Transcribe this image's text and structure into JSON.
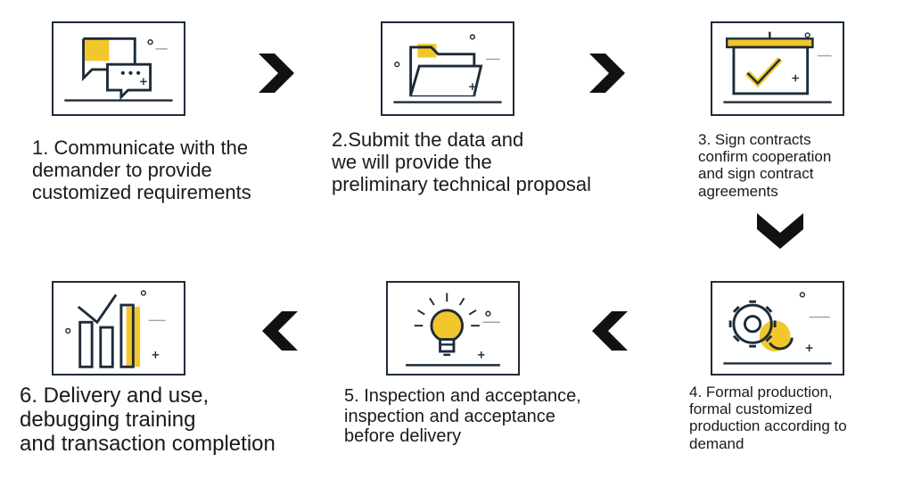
{
  "colors": {
    "accent": "#f2c72b",
    "ink": "#1d2b3a",
    "arrow": "#111111"
  },
  "steps": [
    {
      "icon": "chat-bubbles-icon",
      "text": "1. Communicate with the\ndemander to provide\ncustomized requirements"
    },
    {
      "icon": "folder-icon",
      "text": "2.Submit the data and\nwe will provide the\npreliminary technical proposal"
    },
    {
      "icon": "contract-board-check-icon",
      "text": "3. Sign contracts\nconfirm cooperation\nand sign contract\nagreements"
    },
    {
      "icon": "gears-icon",
      "text": "4. Formal production,\nformal customized\n production according to\ndemand"
    },
    {
      "icon": "light-bulb-icon",
      "text": "5. Inspection and acceptance,\n inspection and acceptance\nbefore delivery"
    },
    {
      "icon": "bar-chart-icon",
      "text": "6. Delivery and use,\ndebugging training\nand transaction completion"
    }
  ],
  "arrows": [
    "chevron-right-icon",
    "chevron-right-icon",
    "chevron-down-icon",
    "chevron-left-icon",
    "chevron-left-icon"
  ]
}
